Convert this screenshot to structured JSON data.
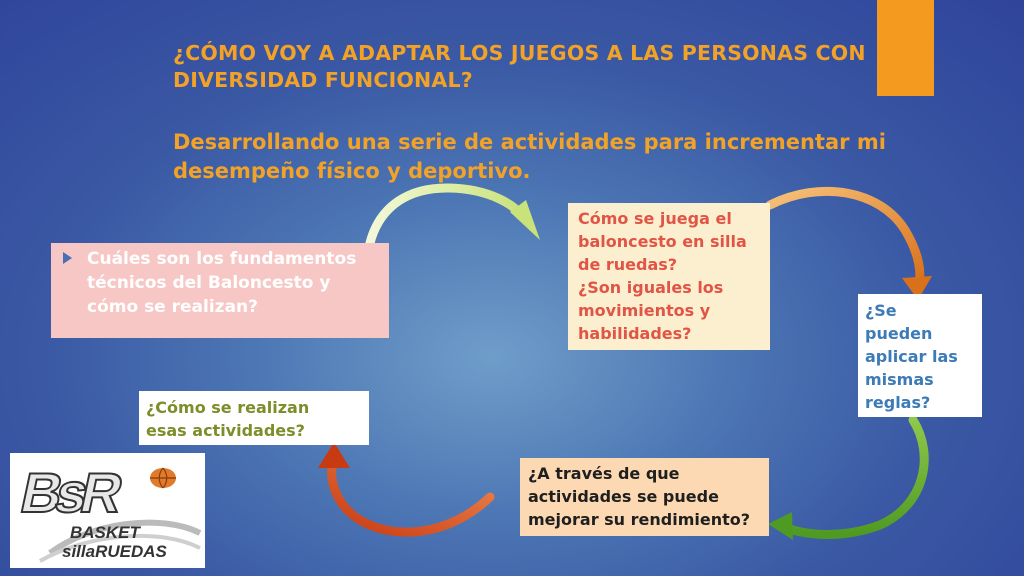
{
  "slide": {
    "title": "¿CÓMO VOY A ADAPTAR LOS JUEGOS A LAS PERSONAS CON DIVERSIDAD FUNCIONAL?",
    "subtitle": "Desarrollando una serie de actividades para incrementar mi desempeño físico y deportivo."
  },
  "boxes": {
    "fundamentos": "Cuáles son los fundamentos técnicos del Baloncesto y cómo se realizan?",
    "como_se_juega": [
      "Cómo se juega el",
      "baloncesto en silla",
      "de ruedas?",
      "¿Son iguales los",
      "movimientos y",
      "habilidades?"
    ],
    "reglas": [
      "¿Se",
      "pueden",
      "aplicar las",
      "mismas",
      "reglas?"
    ],
    "actividades_mejorar": [
      "¿A través de que",
      "actividades se puede",
      "mejorar su rendimiento?"
    ],
    "como_se_realizan": [
      "¿Cómo se realizan",
      "esas actividades?"
    ]
  },
  "logo": {
    "letters": "BsR",
    "line1": "BASKET",
    "line2": "sillaRUEDAS"
  },
  "colors": {
    "accent": "#f39a1f",
    "title": "#f2a226",
    "arrow_green_light": "#d4e89a",
    "arrow_orange": "#e07a1c",
    "arrow_green": "#6fae2c",
    "arrow_red": "#d94b1a"
  }
}
